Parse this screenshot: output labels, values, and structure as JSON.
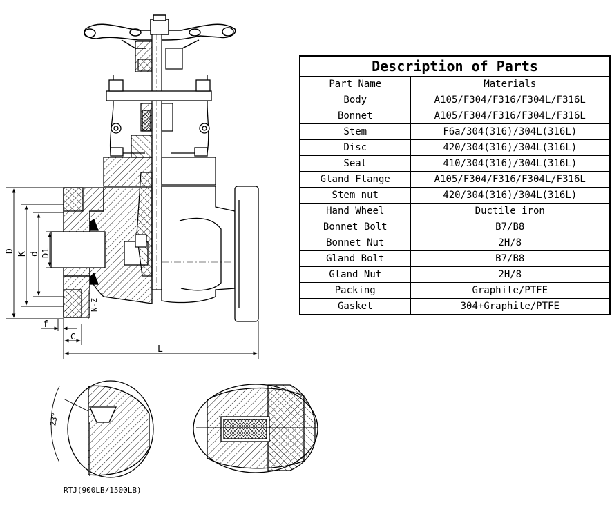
{
  "table": {
    "title": "Description of Parts",
    "header": [
      "Part Name",
      "Materials"
    ],
    "rows": [
      [
        "Body",
        "A105/F304/F316/F304L/F316L"
      ],
      [
        "Bonnet",
        "A105/F304/F316/F304L/F316L"
      ],
      [
        "Stem",
        "F6a/304(316)/304L(316L)"
      ],
      [
        "Disc",
        "420/304(316)/304L(316L)"
      ],
      [
        "Seat",
        "410/304(316)/304L(316L)"
      ],
      [
        "Gland Flange",
        "A105/F304/F316/F304L/F316L"
      ],
      [
        "Stem nut",
        "420/304(316)/304L(316L)"
      ],
      [
        "Hand Wheel",
        "Ductile iron"
      ],
      [
        "Bonnet Bolt",
        "B7/B8"
      ],
      [
        "Bonnet Nut",
        "2H/8"
      ],
      [
        "Gland Bolt",
        "B7/B8"
      ],
      [
        "Gland Nut",
        "2H/8"
      ],
      [
        "Packing",
        "Graphite/PTFE"
      ],
      [
        "Gasket",
        "304+Graphite/PTFE"
      ]
    ]
  },
  "dimensions": {
    "D": "D",
    "K": "K",
    "d": "d",
    "D1": "D1",
    "NZ": "N-Z",
    "f": "f",
    "C": "C",
    "L": "L",
    "angle": "23°"
  },
  "captions": {
    "rtj": "RTJ(900LB/1500LB)"
  }
}
